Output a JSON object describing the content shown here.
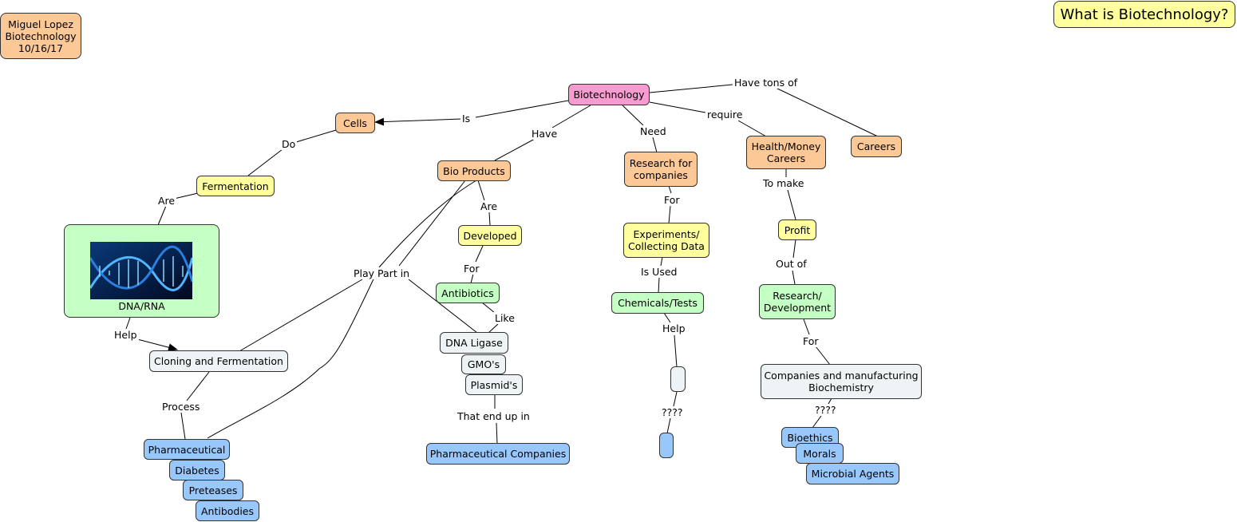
{
  "author_box": {
    "name": "Miguel Lopez",
    "subject": "Biotechnology",
    "date": "10/16/17"
  },
  "title": "What is Biotechnology?",
  "colors": {
    "orange": "#fcc996",
    "yellow": "#ffff9d",
    "pink": "#f79bd1",
    "green": "#c4ffc4",
    "gray": "#eef4f6",
    "blue": "#98c8fb"
  },
  "nodes": {
    "biotechnology": "Biotechnology",
    "cells": "Cells",
    "fermentation": "Fermentation",
    "dna_rna": "DNA/RNA",
    "cloning": "Cloning and Fermentation",
    "pharmaceutical": "Pharmaceutical",
    "diabetes": "Diabetes",
    "preteases": "Preteases",
    "antibodies": "Antibodies",
    "bio_products": "Bio Products",
    "developed": "Developed",
    "antibiotics": "Antibiotics",
    "dna_ligase": "DNA Ligase",
    "gmos": "GMO's",
    "plasmids": "Plasmid's",
    "pharma_companies": "Pharmaceutical Companies",
    "research_companies_1": "Research for",
    "research_companies_2": "companies",
    "experiments_1": "Experiments/",
    "experiments_2": "Collecting Data",
    "chemicals": "Chemicals/Tests",
    "health_1": "Health/Money",
    "health_2": "Careers",
    "careers": "Careers",
    "profit": "Profit",
    "research_dev_1": "Research/",
    "research_dev_2": "Development",
    "companies_1": "Companies and manufacturing",
    "companies_2": "Biochemistry",
    "bioethics": "Bioethics",
    "morals": "Morals",
    "microbial": "Microbial Agents",
    "empty_1": "",
    "empty_2": ""
  },
  "links": {
    "is": "Is",
    "have": "Have",
    "need": "Need",
    "require": "require",
    "have_tons": "Have tons of",
    "do": "Do",
    "are_1": "Are",
    "help_1": "Help",
    "process": "Process",
    "play_part": "Play Part in",
    "are_2": "Are",
    "for_1": "For",
    "like": "Like",
    "that_end": "That end up in",
    "for_2": "For",
    "is_used": "Is Used",
    "help_2": "Help",
    "q1": "????",
    "to_make": "To make",
    "out_of": "Out of",
    "for_3": "For",
    "q2": "????"
  }
}
